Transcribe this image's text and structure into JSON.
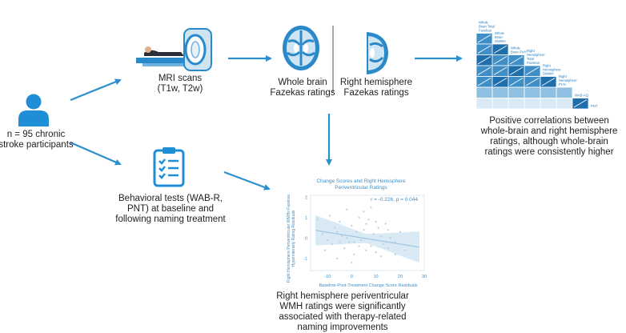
{
  "participants": {
    "line1": "n = 95 chronic",
    "line2": "stroke participants"
  },
  "mri": {
    "line1": "MRI scans",
    "line2": "(T1w, T2w)"
  },
  "whole_brain": {
    "line1": "Whole brain",
    "line2": "Fazekas ratings"
  },
  "right_hemisphere": {
    "line1": "Right hemisphere",
    "line2": "Fazekas ratings"
  },
  "behavioral": {
    "line1": "Behavioral tests (WAB-R,",
    "line2": "PNT) at baseline and",
    "line3": "following naming treatment"
  },
  "correlation_text": {
    "line1": "Positive correlations between",
    "line2": "whole-brain and right hemisphere",
    "line3": "ratings, although whole-brain",
    "line4": "ratings were consistently higher"
  },
  "corr_matrix": {
    "labels": [
      "Whole Brain Total Fazekas",
      "Whole Brain DWMH",
      "Whole Brain PVH",
      "Right Hemisphere Total Fazekas",
      "Right Hemisphere DWMH",
      "Right Hemisphere PVH",
      "WAB-AQ",
      "PNT"
    ],
    "label_lines": [
      [
        "Whole",
        "Brain Total",
        "Fazekas"
      ],
      [
        "Whole",
        "Brain",
        "DWMH"
      ],
      [
        "Whole",
        "Brain PVH"
      ],
      [
        "Right",
        "Hemisphere",
        "Total",
        "Fazekas"
      ],
      [
        "Right",
        "Hemisphere",
        "DWMH"
      ],
      [
        "Right",
        "Hemisphere",
        "PVH"
      ],
      [
        "WAB-AQ"
      ],
      [
        "PNT"
      ]
    ],
    "colors": {
      "strong": "#1f6fad",
      "medium": "#3f8fc6",
      "light": "#8fc0e2",
      "faint": "#d9eaf6"
    }
  },
  "result_text": {
    "line1": "Right hemisphere periventricular",
    "line2": "WMH ratings were significantly",
    "line3": "associated with therapy-related",
    "line4": "naming improvements"
  },
  "chart_data": {
    "type": "scatter",
    "title": "Change Scores and Right Hemisphere Periventricular Ratings",
    "title_lines": [
      "Change Scores and Right Hemisphere",
      "Periventricular Ratings"
    ],
    "xlabel": "Baseline-Post-Treatment Change Score Residuals",
    "ylabel": "Right Hemisphere Periventricular WMH Fazekas Hyperintensity Rating Residuals",
    "ylabel_lines": [
      "Right Hemisphere Periventricular WMHs Fazekas",
      "Hyperintensity Rating Residuals"
    ],
    "annotation": "r = -0.226, p = 0.044",
    "xlim": [
      -17,
      30
    ],
    "ylim": [
      -1.6,
      2.1
    ],
    "x_ticks": [
      -10,
      0,
      10,
      20,
      30
    ],
    "y_ticks": [
      -1,
      0,
      1,
      2
    ],
    "regression": {
      "x": [
        -15,
        28
      ],
      "y": [
        0.38,
        -0.45
      ]
    },
    "points": {
      "x": [
        -14,
        -12,
        -11,
        -9,
        -8,
        -7,
        -6,
        -5,
        -4,
        -3,
        -2,
        -1,
        0,
        1,
        2,
        3,
        4,
        5,
        6,
        7,
        8,
        9,
        10,
        11,
        12,
        13,
        14,
        15,
        16,
        18,
        20,
        22,
        -10,
        -5,
        0,
        5,
        10,
        3,
        -2,
        8,
        12,
        15,
        18,
        1,
        -6,
        6
      ],
      "y": [
        0.9,
        0.2,
        -0.6,
        1.1,
        -0.3,
        0.5,
        -1.0,
        0.8,
        0.1,
        -0.5,
        1.4,
        -0.2,
        0.6,
        -0.8,
        0.3,
        1.0,
        -0.1,
        0.4,
        -0.6,
        0.9,
        -0.4,
        0.2,
        -0.7,
        0.5,
        0.1,
        -0.3,
        0.7,
        -0.5,
        0.0,
        -0.2,
        0.3,
        -0.6,
        -0.1,
        -0.2,
        -1.2,
        1.3,
        0.8,
        -0.4,
        0.0,
        1.5,
        -0.9,
        0.4,
        -0.8,
        -0.2,
        0.3,
        0.7
      ]
    },
    "colors": {
      "axis_text": "#3f8fc6",
      "band": "#d6e8f4",
      "line": "#9cc4e0",
      "point": "#b9cfe0"
    }
  }
}
